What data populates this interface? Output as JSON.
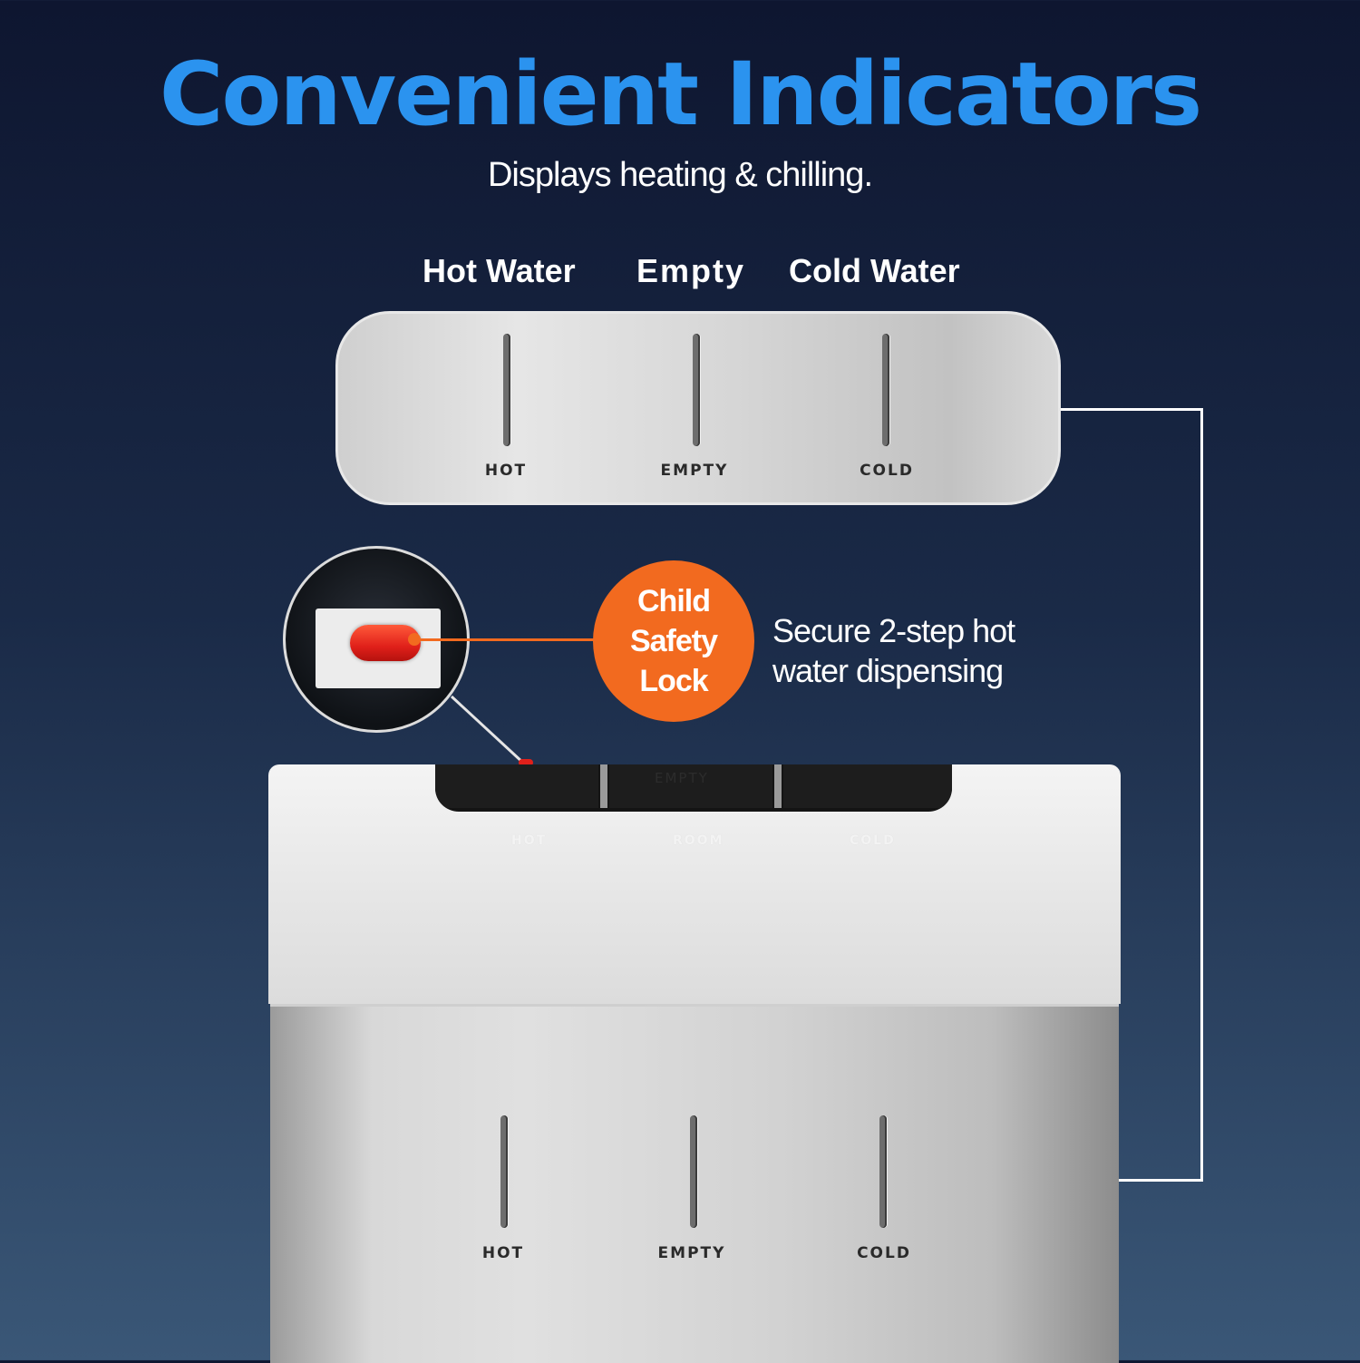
{
  "header": {
    "title": "Convenient Indicators",
    "subtitle": "Displays heating & chilling."
  },
  "indicator_labels": [
    "Hot Water",
    "Empty",
    "Cold Water"
  ],
  "top_panel": {
    "labels": [
      "HOT",
      "EMPTY",
      "COLD"
    ]
  },
  "child_lock": {
    "badge": "Child Safety Lock",
    "description": "Secure 2-step hot water dispensing"
  },
  "dispenser": {
    "strip_text": "EMPTY",
    "buttons": [
      "HOT",
      "ROOM",
      "COLD"
    ],
    "panel_labels": [
      "HOT",
      "EMPTY",
      "COLD"
    ]
  },
  "colors": {
    "title": "#2b93ef",
    "badge": "#f26a1f",
    "lock": "#e0201a"
  }
}
